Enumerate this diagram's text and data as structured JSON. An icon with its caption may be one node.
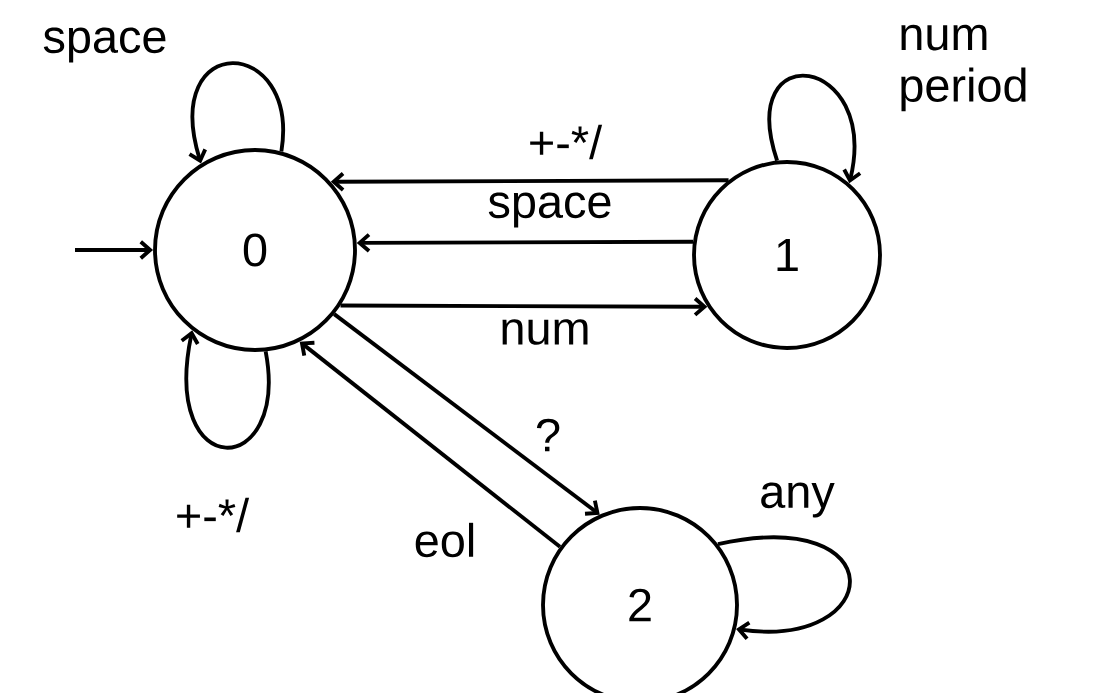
{
  "diagram": {
    "nodes": [
      {
        "text": [
          "0"
        ]
      },
      {
        "text": [
          "1"
        ]
      },
      {
        "text": [
          "2"
        ]
      }
    ],
    "edges": [
      {
        "from": 0,
        "to": 0,
        "arrow": "to",
        "label": "space"
      },
      {
        "from": null,
        "to": 0,
        "arrow": "to"
      },
      {
        "from": 1,
        "to": 0,
        "arrow": "to",
        "label": "+-*/"
      },
      {
        "from": 1,
        "to": 0,
        "arrow": "to",
        "label": "space"
      },
      {
        "from": 0,
        "to": 1,
        "arrow": "to",
        "label": "num"
      },
      {
        "from": 1,
        "to": 1,
        "arrow": "to",
        "label": "num period"
      },
      {
        "from": 0,
        "to": 2,
        "arrow": "to",
        "label": "?"
      },
      {
        "from": 2,
        "to": 0,
        "arrow": "to",
        "label": "eol"
      },
      {
        "from": 0,
        "to": 0,
        "arrow": "to",
        "label": "+-*/"
      },
      {
        "from": 2,
        "to": 2,
        "arrow": "to",
        "label": "any"
      }
    ]
  }
}
